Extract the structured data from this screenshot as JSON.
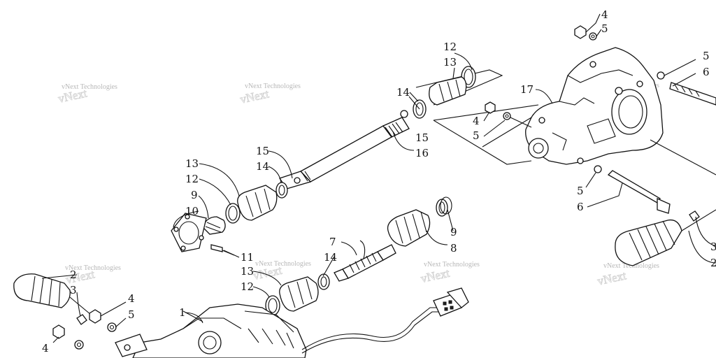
{
  "diagram": {
    "watermark_text": "vNext Technologies",
    "callouts": [
      {
        "id": "c4-top",
        "text": "4"
      },
      {
        "id": "c5-top",
        "text": "5"
      },
      {
        "id": "c5-right",
        "text": "5"
      },
      {
        "id": "c6-right",
        "text": "6"
      },
      {
        "id": "c12-top",
        "text": "12"
      },
      {
        "id": "c13-top",
        "text": "13"
      },
      {
        "id": "c14-top",
        "text": "14"
      },
      {
        "id": "c17",
        "text": "17"
      },
      {
        "id": "c4-mid",
        "text": "4"
      },
      {
        "id": "c5-mid",
        "text": "5"
      },
      {
        "id": "c15-a",
        "text": "15"
      },
      {
        "id": "c16",
        "text": "16"
      },
      {
        "id": "c15-b",
        "text": "15"
      },
      {
        "id": "c14-b",
        "text": "14"
      },
      {
        "id": "c13-b",
        "text": "13"
      },
      {
        "id": "c12-b",
        "text": "12"
      },
      {
        "id": "c9-left",
        "text": "9"
      },
      {
        "id": "c10",
        "text": "10"
      },
      {
        "id": "c11",
        "text": "11"
      },
      {
        "id": "c5-lowright",
        "text": "5"
      },
      {
        "id": "c6-lowright",
        "text": "6"
      },
      {
        "id": "c9-right",
        "text": "9"
      },
      {
        "id": "c8",
        "text": "8"
      },
      {
        "id": "c7",
        "text": "7"
      },
      {
        "id": "c14-c",
        "text": "14"
      },
      {
        "id": "c13-c",
        "text": "13"
      },
      {
        "id": "c12-c",
        "text": "12"
      },
      {
        "id": "c3-right",
        "text": "3"
      },
      {
        "id": "c2-right",
        "text": "2"
      },
      {
        "id": "c2-left",
        "text": "2"
      },
      {
        "id": "c3-left",
        "text": "3"
      },
      {
        "id": "c4-left",
        "text": "4"
      },
      {
        "id": "c5-left",
        "text": "5"
      },
      {
        "id": "c1",
        "text": "1"
      },
      {
        "id": "c4-bottom",
        "text": "4"
      }
    ]
  }
}
